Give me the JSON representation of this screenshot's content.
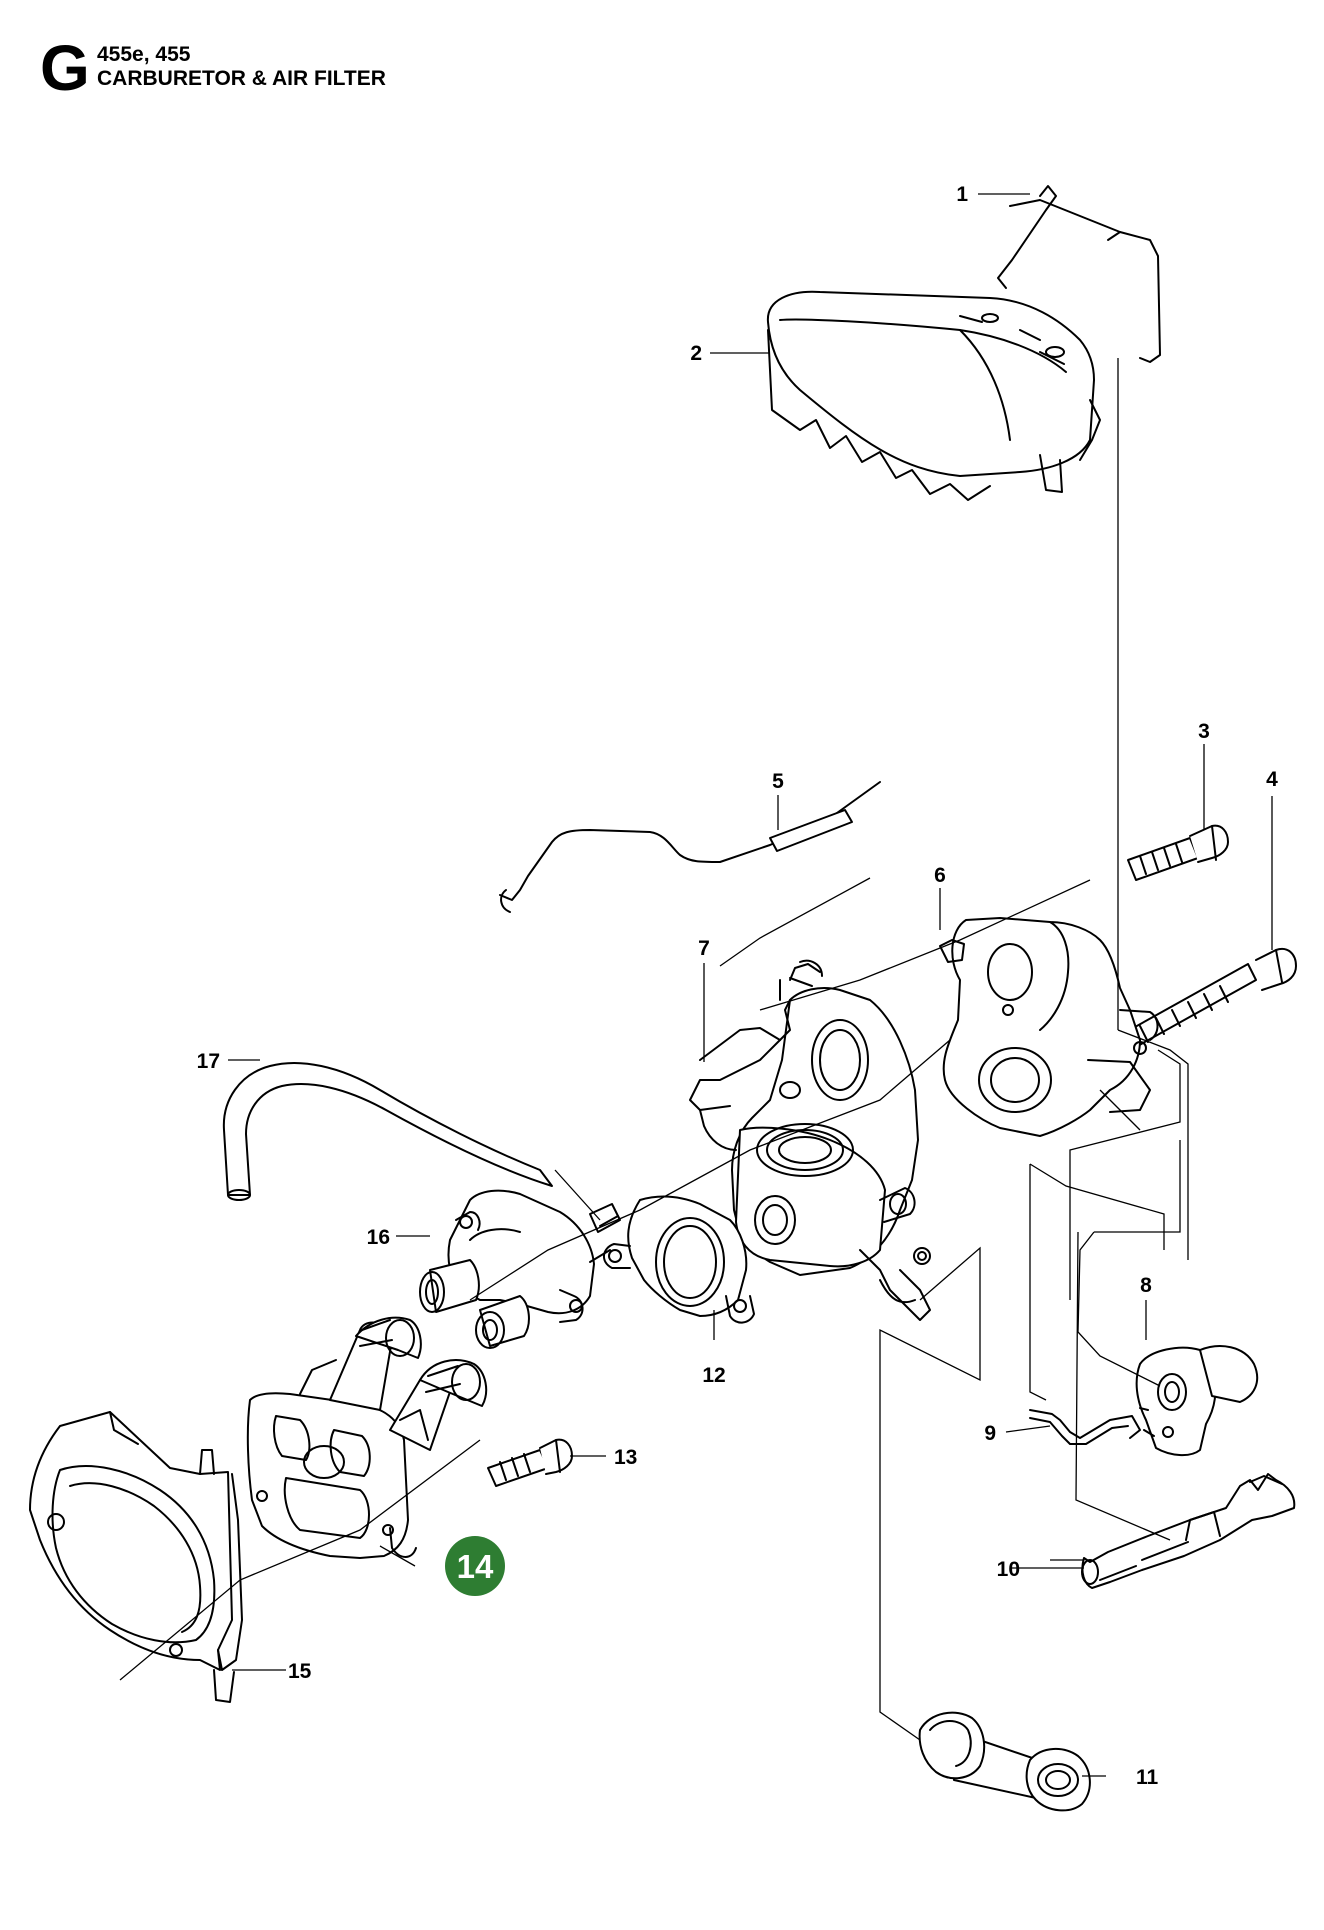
{
  "header": {
    "section_letter": "G",
    "models": "455e, 455",
    "title": "CARBURETOR & AIR FILTER"
  },
  "highlight": {
    "number": "14",
    "fill_color": "#2e7d32",
    "text_color": "#ffffff"
  },
  "callouts": [
    {
      "number": "1"
    },
    {
      "number": "2"
    },
    {
      "number": "3"
    },
    {
      "number": "4"
    },
    {
      "number": "5"
    },
    {
      "number": "6"
    },
    {
      "number": "7"
    },
    {
      "number": "8"
    },
    {
      "number": "9"
    },
    {
      "number": "10"
    },
    {
      "number": "11"
    },
    {
      "number": "12"
    },
    {
      "number": "13"
    },
    {
      "number": "15"
    },
    {
      "number": "16"
    },
    {
      "number": "17"
    }
  ]
}
